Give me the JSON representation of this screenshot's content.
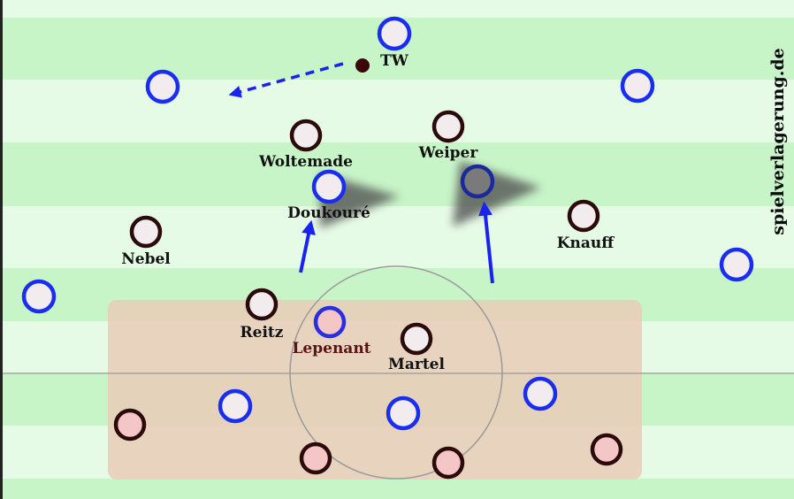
{
  "watermark": "spielverlagerung.de",
  "labels": {
    "tw": "TW",
    "woltemade": "Woltemade",
    "weiper": "Weiper",
    "doukoure": "Doukouré",
    "knauff": "Knauff",
    "nebel": "Nebel",
    "reitz": "Reitz",
    "lepenant": "Lepenant",
    "martel": "Martel"
  },
  "colors": {
    "pitch_light": "#e6fbe6",
    "pitch_stripe": "#c8f5c8",
    "blue_team": "#1a2ef0",
    "dark_team": "#2a0a0a",
    "light_fill": "#f3ecee",
    "pink_fill": "#f4c6c6",
    "zone": "#e8cdb8",
    "arrow": "#1a22ee",
    "shadow": "#555555"
  }
}
